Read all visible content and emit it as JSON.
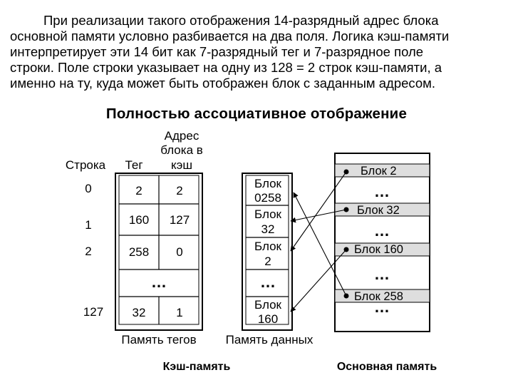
{
  "paragraph": {
    "lines": [
      "При реализации такого отображения 14-разрядный адрес блока",
      "основной памяти условно разбивается на два поля. Логика кэш-памяти",
      "интерпретирует эти 14 бит как 7-разрядный тег и 7-разрядное поле",
      "строки. Поле строки указывает на одну из 128 = 2   строк кэш-памяти, а",
      "именно на ту, куда может быть отображен блок с заданным адресом."
    ]
  },
  "title": "Полностью ассоциативное отображение",
  "tag_memory": {
    "header_row": "Строка",
    "header_tag": "Тег",
    "header_addr": [
      "Адрес",
      "блока в",
      "кэш"
    ],
    "row_numbers": [
      "0",
      "1",
      "2",
      "127"
    ],
    "rows": [
      {
        "tag": "2",
        "addr": "2"
      },
      {
        "tag": "160",
        "addr": "127"
      },
      {
        "tag": "258",
        "addr": "0"
      },
      {
        "tag": "32",
        "addr": "1"
      }
    ],
    "ellipsis": "…",
    "caption": "Память тегов"
  },
  "data_memory": {
    "cells": [
      [
        "Блок",
        "0258"
      ],
      [
        "Блок",
        "32"
      ],
      [
        "Блок",
        "2"
      ],
      [
        "Блок",
        "160"
      ]
    ],
    "ellipsis": "…",
    "caption": "Память данных"
  },
  "main_memory": {
    "blocks": [
      "Блок 2",
      "Блок 32",
      "Блок 160",
      "Блок 258"
    ],
    "ellipsis": "…"
  },
  "labels": {
    "cache": "Кэш-память",
    "main": "Основная память"
  },
  "colors": {
    "block_fill": "#dedede",
    "line": "#000000"
  }
}
